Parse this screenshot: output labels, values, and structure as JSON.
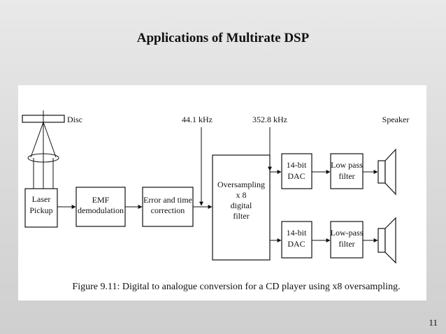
{
  "slide": {
    "title": "Applications of Multirate DSP",
    "page_number": "11"
  },
  "diagram": {
    "labels": {
      "disc": "Disc",
      "freq_in": "44.1 kHz",
      "freq_out": "352.8 kHz",
      "speaker": "Speaker"
    },
    "blocks": {
      "laser_pickup": [
        "Laser",
        "Pickup"
      ],
      "emf_demod": [
        "EMF",
        "demodulation"
      ],
      "error_correction": [
        "Error and time",
        "correction"
      ],
      "oversampling": [
        "Oversampling",
        "x 8",
        "digital",
        "filter"
      ],
      "dac_top": [
        "14-bit",
        "DAC"
      ],
      "dac_bottom": [
        "14-bit",
        "DAC"
      ],
      "filter_top": [
        "Low pass",
        "filter"
      ],
      "filter_bottom": [
        "Low-pass",
        "filter"
      ]
    },
    "caption": {
      "prefix": "Figure 9.11: Digital to analogue conversion for a CD player using x8 oversampling."
    }
  }
}
